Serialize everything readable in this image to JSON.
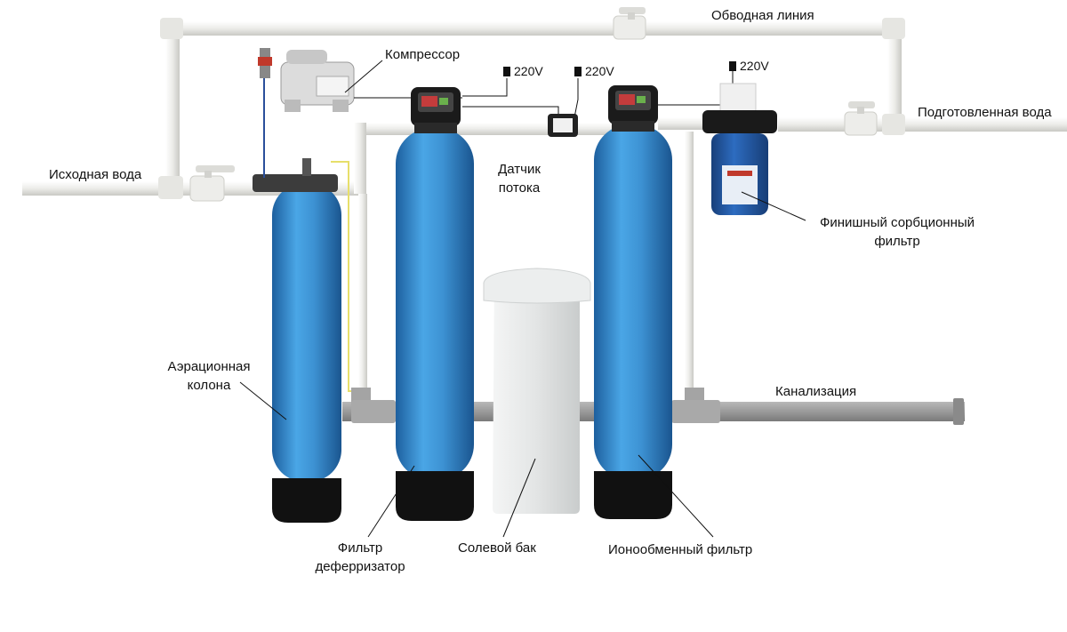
{
  "labels": {
    "bypass_line": "Обводная линия",
    "compressor": "Компрессор",
    "treated_water": "Подготовленная вода",
    "source_water": "Исходная вода",
    "flow_sensor_1": "Датчик",
    "flow_sensor_2": "потока",
    "final_filter_1": "Финишный сорбционный",
    "final_filter_2": "фильтр",
    "aeration_1": "Аэрационная",
    "aeration_2": "колона",
    "sewer": "Канализация",
    "deferrizer_1": "Фильтр",
    "deferrizer_2": "деферризатор",
    "salt_tank": "Солевой бак",
    "ion_exchange": "Ионообменный фильтр"
  },
  "power": {
    "a": "220V",
    "b": "220V",
    "c": "220V"
  },
  "colors": {
    "tank_blue": "#3a8fd0",
    "tank_base": "#111111",
    "pipe": "#e9e9e6",
    "sewer_pipe": "#9a9a9a",
    "salt_tank": "#e4e6e6",
    "filter_housing": "#1f57a6"
  }
}
